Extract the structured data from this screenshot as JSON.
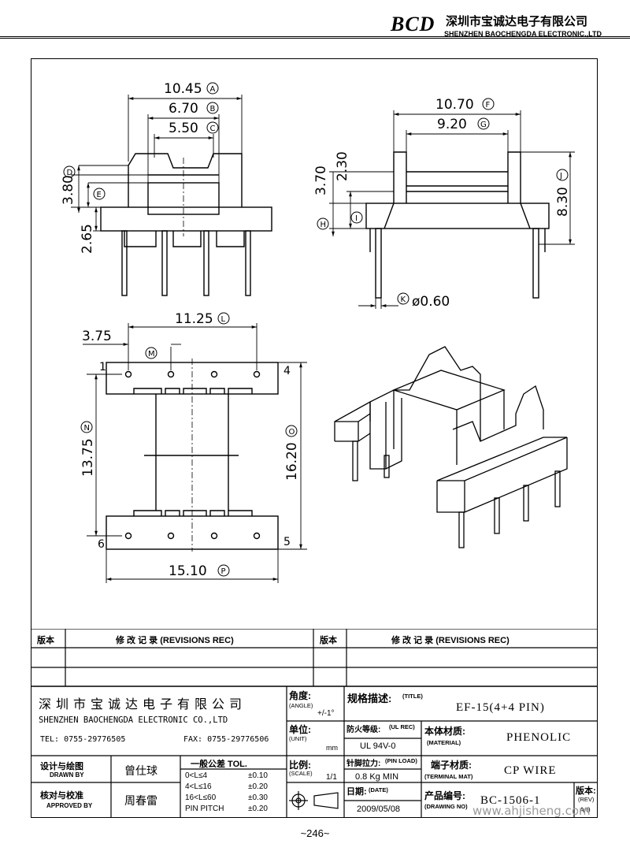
{
  "header": {
    "logo": "BCD",
    "company_cn": "深圳市宝诚达电子有限公司",
    "company_en": "SHENZHEN BAOCHENGDA ELECTRONIC.,LTD"
  },
  "dimensions": {
    "A": "10.45",
    "B": "6.70",
    "C": "5.50",
    "D": "",
    "E": "",
    "v_380": "3.80",
    "v_265": "2.65",
    "F": "10.70",
    "G": "9.20",
    "v_370": "3.70",
    "v_230": "2.30",
    "J": "8.30",
    "K": "ø0.60",
    "L": "11.25",
    "v_375": "3.75",
    "N": "13.75",
    "O": "16.20",
    "P": "15.10",
    "pin_1": "1",
    "pin_4": "4",
    "pin_5": "5",
    "pin_6": "6"
  },
  "revisions": {
    "col_version": "版本",
    "col_record": "修 改 记 录 (REVISIONS REC)"
  },
  "title_block": {
    "company_cn": "深 圳 市 宝 诚 达 电 子 有 限 公 司",
    "company_en": "SHENZHEN BAOCHENGDA ELECTRONIC CO.,LTD",
    "tel": "TEL: 0755-29776505",
    "fax": "FAX: 0755-29776506",
    "drawn_cn": "设计与绘图",
    "drawn_en": "DRAWN BY",
    "drawn_name": "曾仕球",
    "approved_cn": "核对与校准",
    "approved_en": "APPROVED BY",
    "approved_name": "周春雷",
    "tol_title": "一般公差 TOL.",
    "tol_rows": [
      {
        "range": "0<L≤4",
        "value": "±0.10"
      },
      {
        "range": "4<L≤16",
        "value": "±0.20"
      },
      {
        "range": "16<L≤60",
        "value": "±0.30"
      },
      {
        "range": "PIN PITCH",
        "value": "±0.20"
      }
    ],
    "angle_cn": "角度:",
    "angle_en": "(ANGLE)",
    "angle_value": "+/-1°",
    "unit_cn": "单位:",
    "unit_en": "(UNIT)",
    "unit_value": "mm",
    "scale_cn": "比例:",
    "scale_en": "(SCALE)",
    "scale_value": "1/1",
    "title_label": "规格描述:",
    "title_label_en": "(TITLE)",
    "title_value": "EF-15(4+4 PIN)",
    "ul_label": "防火等级:",
    "ul_label_en": "(UL REC)",
    "ul_value": "UL 94V-0",
    "material_label": "本体材质:",
    "material_label_en": "(MATERIAL)",
    "material_value": "PHENOLIC",
    "pin_load_label": "针脚拉力:",
    "pin_load_label_en": "(PIN LOAD)",
    "pin_load_value": "0.8 Kg MIN",
    "terminal_label": "端子材质:",
    "terminal_label_en": "(TERMINAL MAT)",
    "terminal_value": "CP WIRE",
    "date_label": "日期:",
    "date_label_en": "(DATE)",
    "date_value": "2009/05/08",
    "drawing_no_label": "产品编号:",
    "drawing_no_label_en": "(DRAWING NO)",
    "drawing_no_value": "BC-1506-1",
    "rev_label": "版本:",
    "rev_label_en": "(REV)",
    "rev_value": "A/0"
  },
  "footer": {
    "page_number": "~246~",
    "watermark": "www.ahjisheng.com"
  }
}
